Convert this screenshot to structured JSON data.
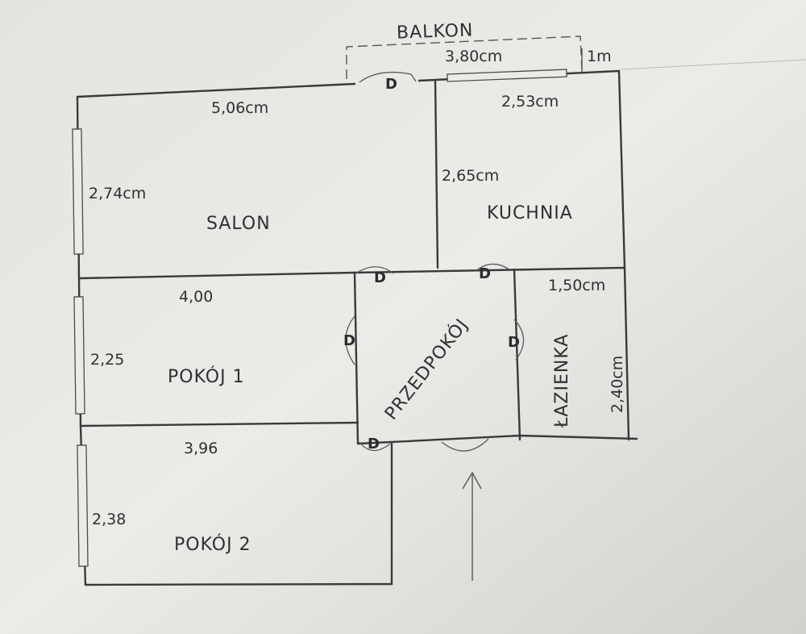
{
  "labels": {
    "balcony": "BALKON",
    "salon": "SALON",
    "kitchen": "KUCHNIA",
    "room1": "POKÓJ 1",
    "room2": "POKÓJ 2",
    "hall": "PRZEDPOKÓJ",
    "bathroom": "ŁAZIENKA"
  },
  "dimensions": {
    "balcony_width": "3,80cm",
    "balcony_depth": "1m",
    "salon_width": "5,06cm",
    "salon_height": "2,74cm",
    "kitchen_width": "2,53cm",
    "kitchen_height": "2,65cm",
    "room1_width": "4,00",
    "room1_height": "2,25",
    "room2_width": "3,96",
    "room2_height": "2,38",
    "bathroom_width": "1,50cm",
    "bathroom_height": "2,40cm"
  },
  "door_mark": "D"
}
